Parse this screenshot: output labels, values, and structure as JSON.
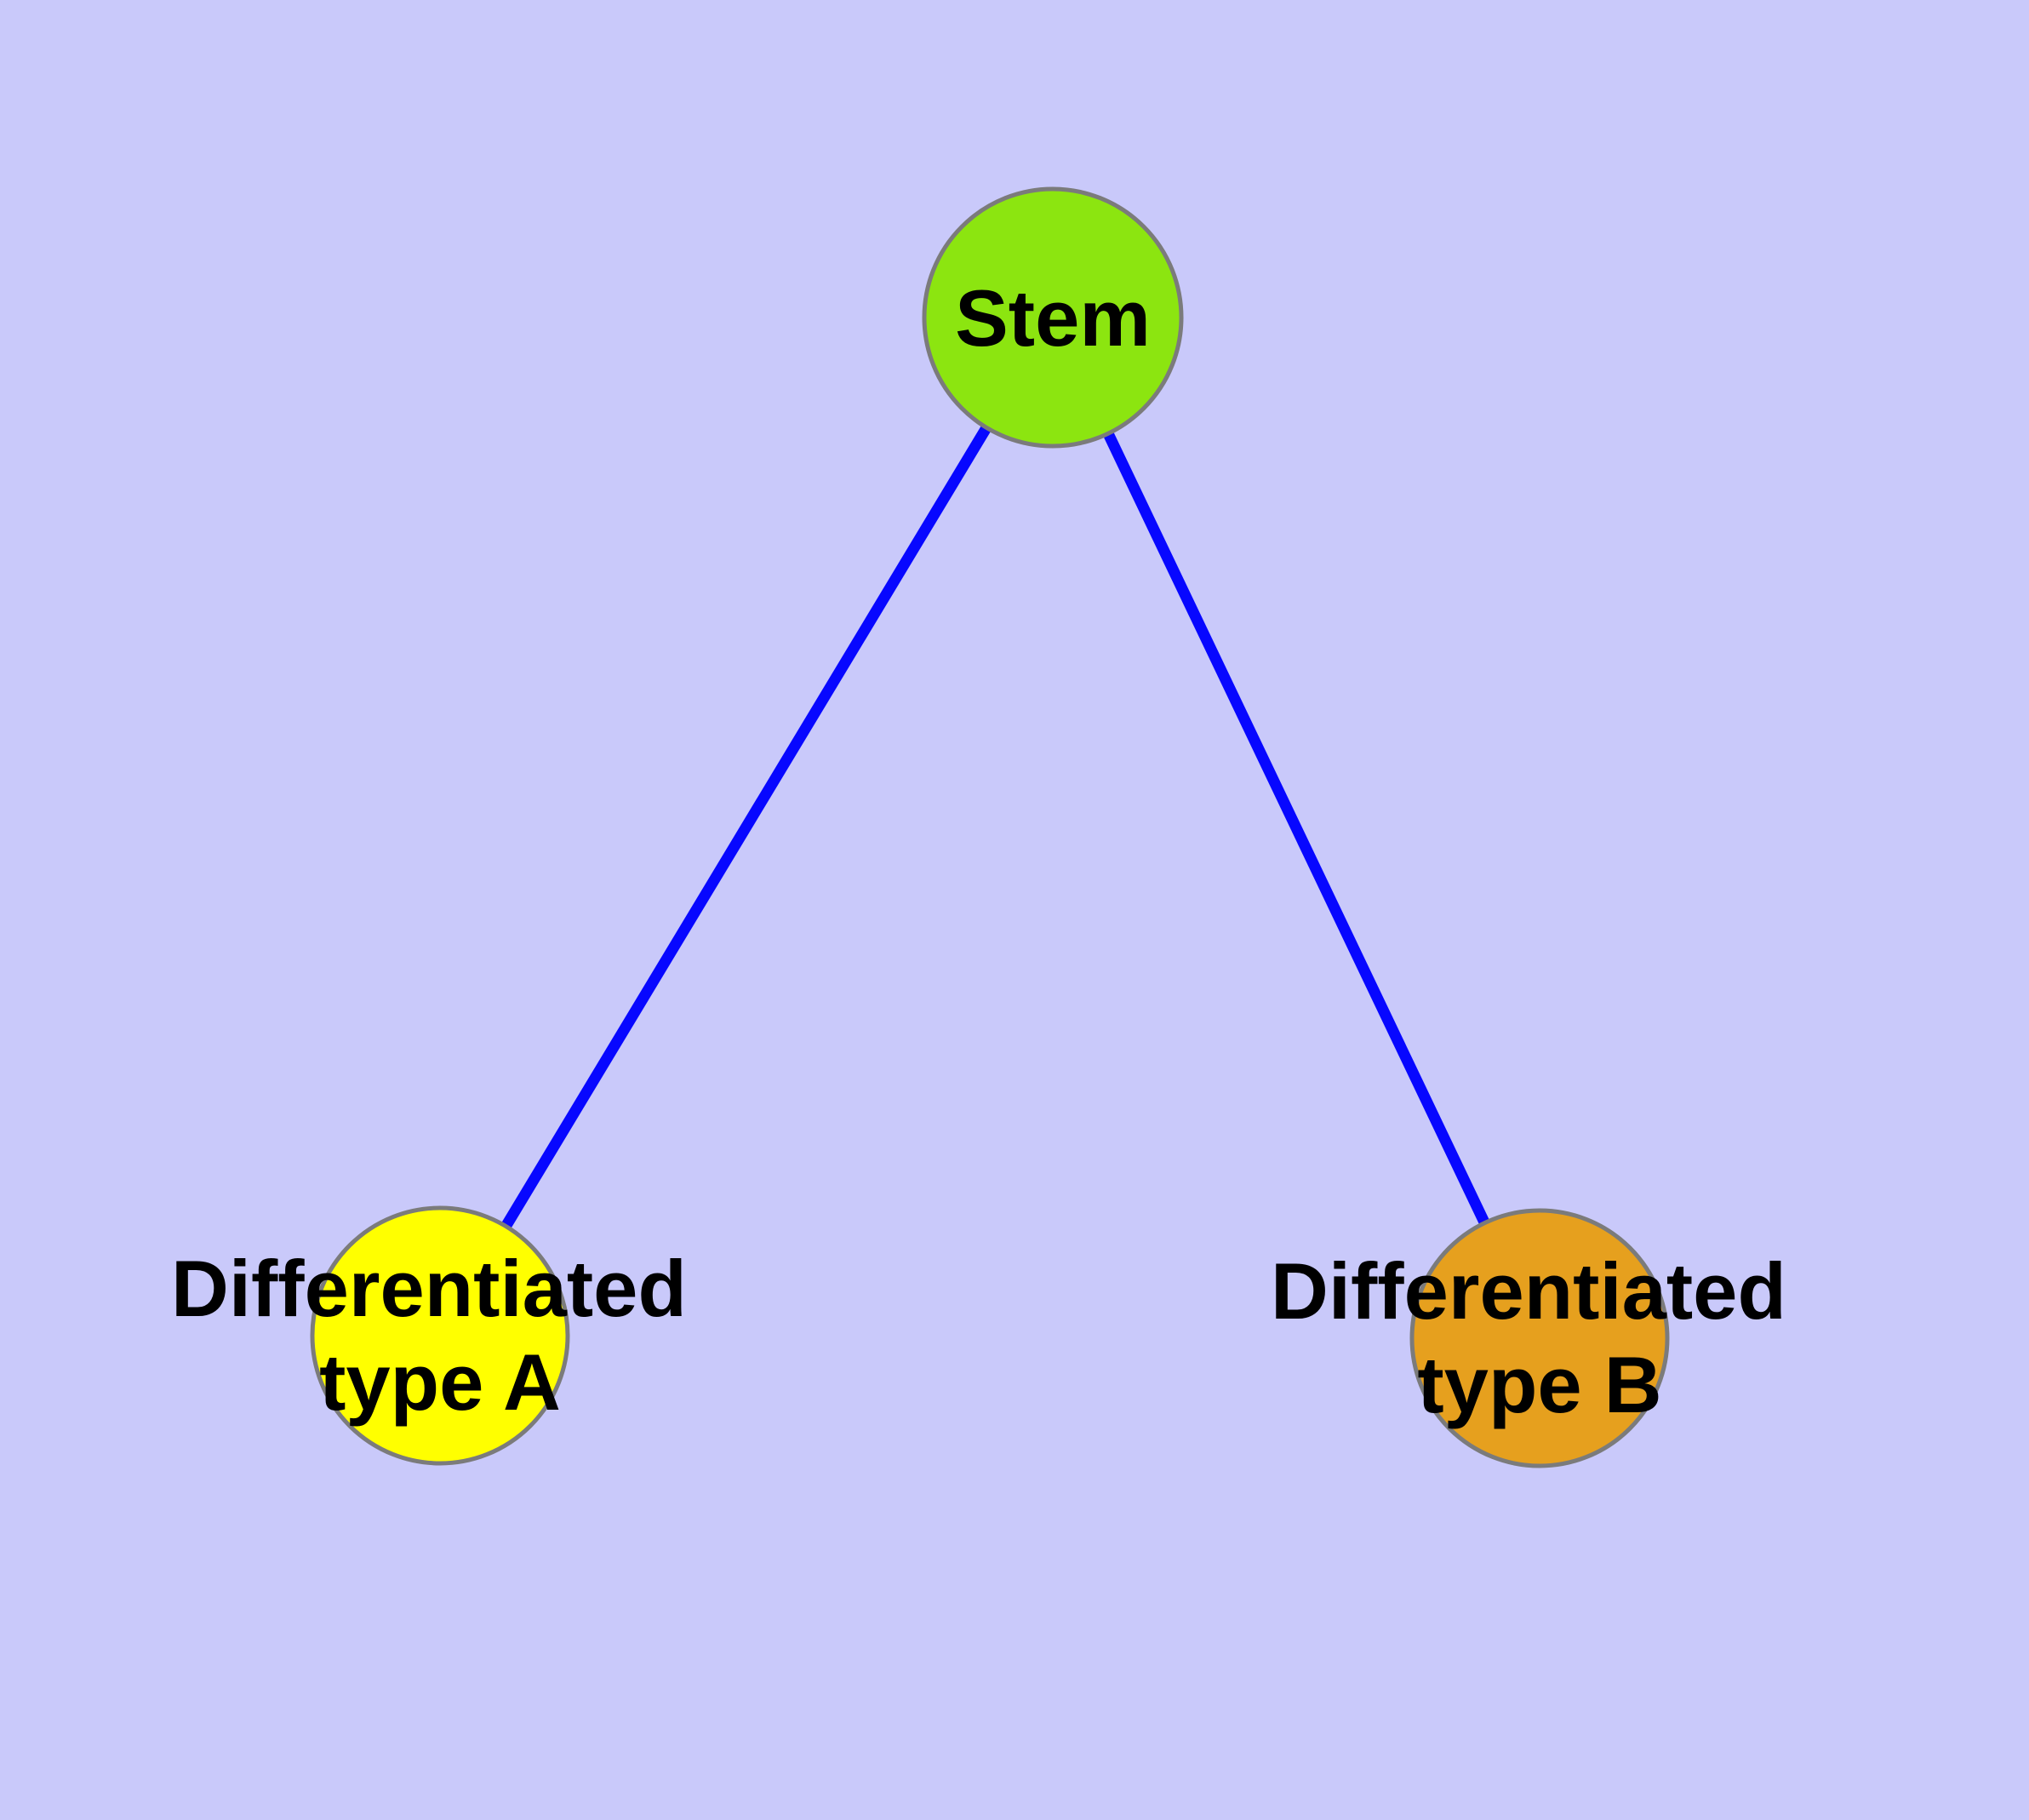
{
  "style": {
    "background_color": "#C9C9FA",
    "edge_color": "#0707FF",
    "node_border_color": "#7B7B7B",
    "label_color": "#000000"
  },
  "nodes": {
    "stem": {
      "label": "Stem",
      "fill": "#8CE510"
    },
    "type_a": {
      "line1": "Differentiated",
      "line2": "type A",
      "fill": "#FFFF00"
    },
    "type_b": {
      "line1": "Differentiated",
      "line2": "type B",
      "fill": "#E6A01E"
    }
  },
  "edges": [
    {
      "from": "Stem",
      "to": "Differentiated type A"
    },
    {
      "from": "Stem",
      "to": "Differentiated type B"
    }
  ]
}
